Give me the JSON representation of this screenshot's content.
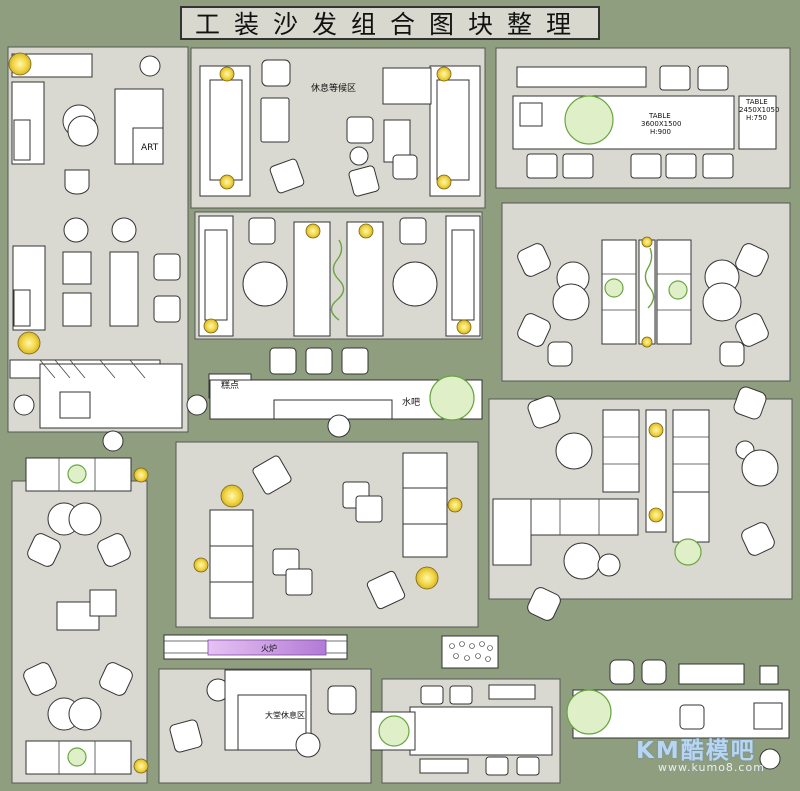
{
  "title": "工装沙发组合图块整理",
  "labels": {
    "art": "ART",
    "rest_area": "休息等候区",
    "table_main": "TABLE",
    "table_main_size": "3600X1500",
    "table_main_h": "H:900",
    "table_small": "TABLE",
    "table_small_size": "2450X1050",
    "table_small_h": "H:750",
    "cake": "糕点",
    "water_bar": "水吧",
    "fireplace": "火炉",
    "lounge": "大堂休息区"
  },
  "watermark": {
    "main": "KM酷模吧",
    "url": "www.kumo8.com"
  },
  "colors": {
    "background": "#8e9e7e",
    "panel": "#d9d9d1",
    "furniture": "#ffffff",
    "stroke": "#333333",
    "lamp": "#f2d84a",
    "plant": "#8ec65a",
    "fireplace": "#c48ce0"
  }
}
